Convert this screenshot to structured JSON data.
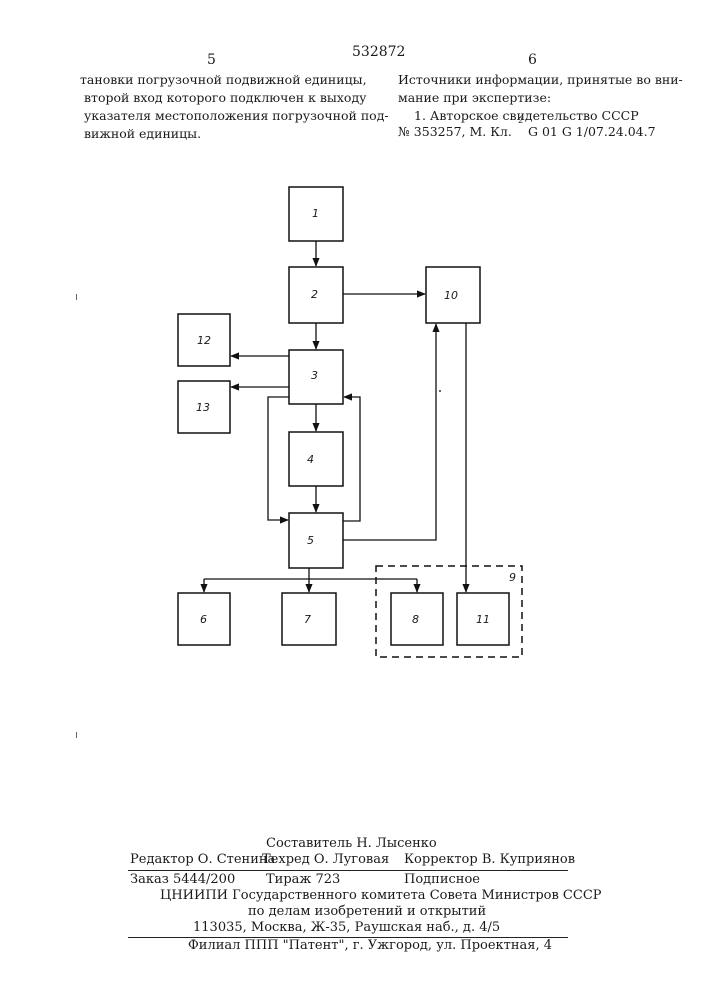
{
  "header": {
    "page_left": "5",
    "doc_number": "532872",
    "page_right": "6"
  },
  "left_column": {
    "lines": [
      "тановки погрузочной подвижной единицы,",
      "второй вход которого подключен к выходу",
      "указателя местоположения погрузочной под-",
      "вижной единицы."
    ]
  },
  "right_column": {
    "lines": [
      "Источники информации, принятые во вни-",
      "мание при экспертизе:",
      "1. Авторское свидетельство СССР",
      "№ 353257, М. Кл.",
      "2",
      "G 01 G 1/07.24.04.7"
    ]
  },
  "diagram": {
    "blocks": [
      "1",
      "2",
      "3",
      "4",
      "5",
      "6",
      "7",
      "8",
      "9",
      "10",
      "11",
      "12",
      "13"
    ]
  },
  "footer": {
    "composer": "Составитель Н. Лысенко",
    "editor": "Редактор О. Стенина",
    "techred": "Техред О. Луговая",
    "corrector": "Корректор В. Куприянов",
    "order": "Заказ 5444/200",
    "circulation": "Тираж 723",
    "subscription": "Подписное",
    "org_line1": "ЦНИИПИ Государственного комитета Совета Министров СССР",
    "org_line2": "по делам изобретений и открытий",
    "address": "113035, Москва, Ж-35, Раушская наб., д. 4/5",
    "branch": "Филиал ППП \"Патент\", г. Ужгород, ул. Проектная, 4"
  }
}
